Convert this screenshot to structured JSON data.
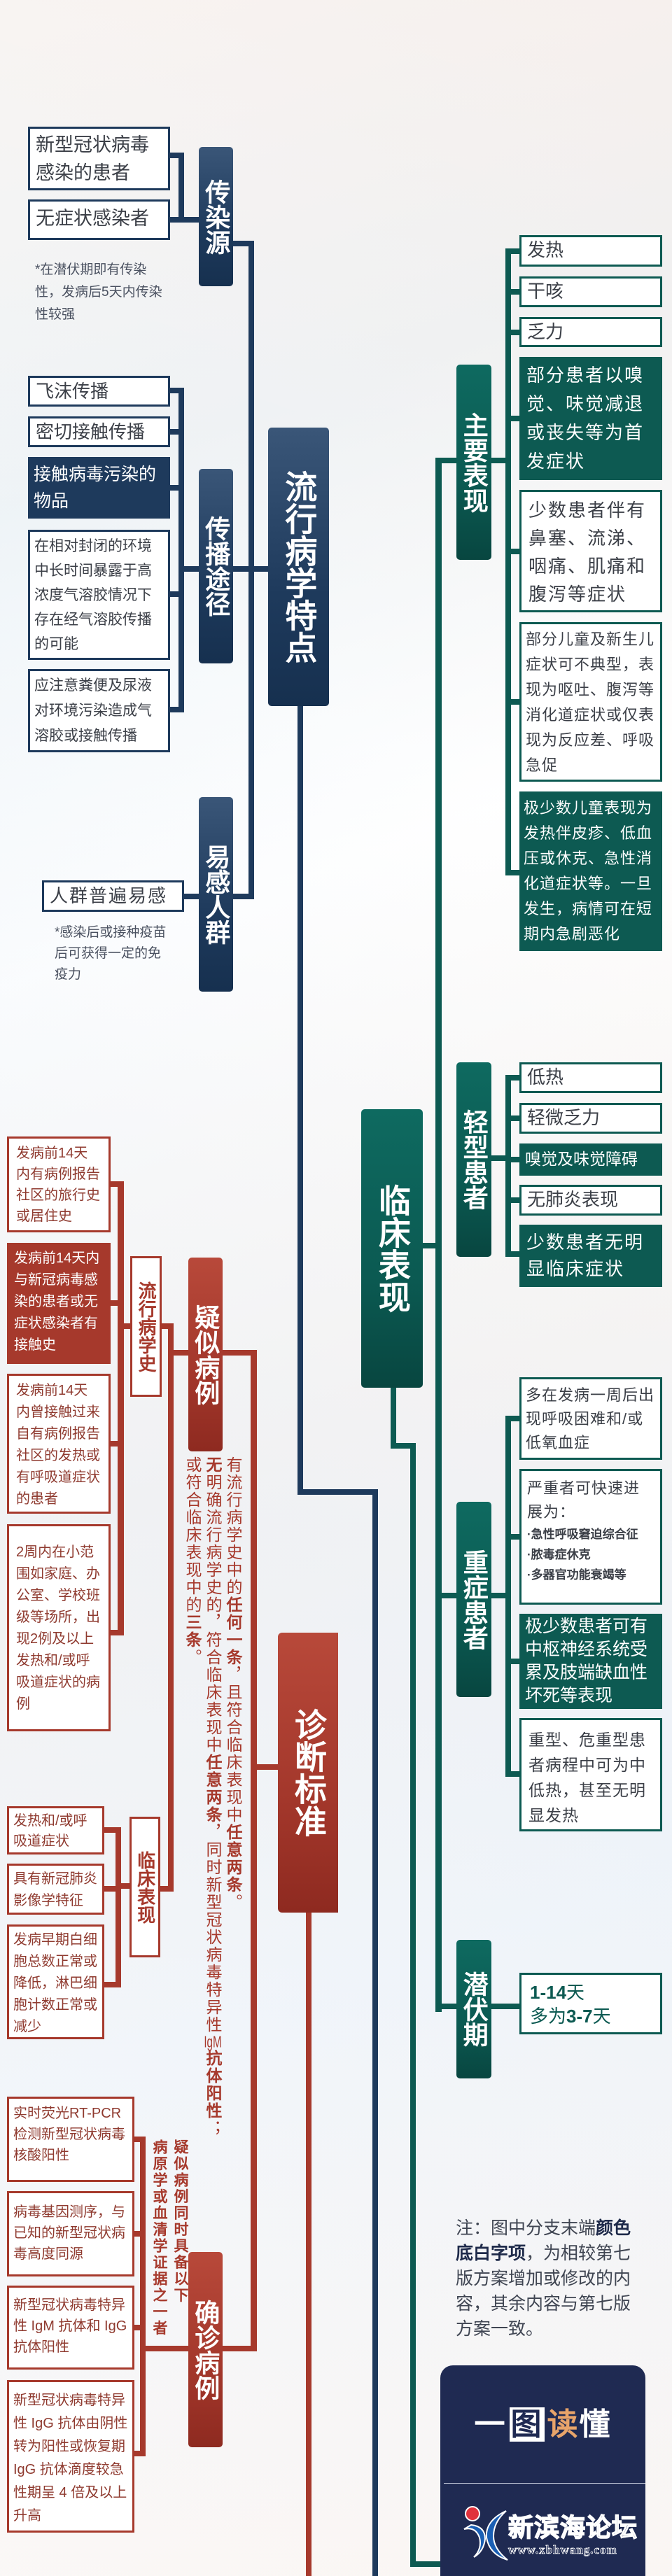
{
  "colors": {
    "navy": "#1e3a5c",
    "green": "#0d5a52",
    "red": "#a6392c",
    "accent_orange": "#e8a46a"
  },
  "epidemiology": {
    "title": "流行病学特点",
    "source": {
      "label": "传染源",
      "items": [
        "新型冠状病毒感染的患者",
        "无症状感染者"
      ],
      "note": "*在潜伏期即有传染性，发病后5天内传染性较强"
    },
    "route": {
      "label": "传播途径",
      "items": [
        "飞沫传播",
        "密切接触传播",
        "接触病毒污染的物品",
        "在相对封闭的环境中长时间暴露于高浓度气溶胶情况下存在经气溶胶传播的可能",
        "应注意粪便及尿液对环境污染造成气溶胶或接触传播"
      ]
    },
    "susceptible": {
      "label": "易感人群",
      "item": "人群普遍易感",
      "note": "*感染后或接种疫苗后可获得一定的免疫力"
    }
  },
  "clinical": {
    "title": "临床表现",
    "main": {
      "label": "主要表现",
      "items": [
        "发热",
        "干咳",
        "乏力",
        "部分患者以嗅觉、味觉减退或丧失等为首发症状",
        "少数患者伴有鼻塞、流涕、咽痛、肌痛和腹泻等症状",
        "部分儿童及新生儿症状可不典型，表现为呕吐、腹泻等消化道症状或仅表现为反应差、呼吸急促",
        "极少数儿童表现为发热伴皮疹、低血压或休克、急性消化道症状等。一旦发生，病情可在短期内急剧恶化"
      ]
    },
    "mild": {
      "label": "轻型患者",
      "items": [
        "低热",
        "轻微乏力",
        "嗅觉及味觉障碍",
        "无肺炎表现",
        "少数患者无明显临床症状"
      ]
    },
    "severe": {
      "label": "重症患者",
      "item1": "多在发病一周后出现呼吸困难和/或低氧血症",
      "item2_intro": "严重者可快速进展为：",
      "item2_bullets": [
        "·急性呼吸窘迫综合征",
        "·脓毒症休克",
        "·多器官功能衰竭等"
      ],
      "item3": "极少数患者可有中枢神经系统受累及肢端缺血性坏死等表现",
      "item4": "重型、危重型患者病程中可为中低热，甚至无明显发热"
    },
    "incubation": {
      "label": "潜伏期",
      "range": "1-14",
      "unit": "天",
      "typical_prefix": "多为",
      "typical_range": "3-7",
      "typical_unit": "天"
    }
  },
  "diagnosis": {
    "title": "诊断标准",
    "suspected": {
      "label": "疑似病例",
      "epi_label": "流行病学史",
      "epi_items": [
        "发病前14天内有病例报告社区的旅行史或居住史",
        "发病前14天内与新冠病毒感染的患者或无症状感染者有接触史",
        "发病前14天内曾接触过来自有病例报告社区的发热或有呼吸道症状的患者",
        "2周内在小范围如家庭、办公室、学校班级等场所，出现2例及以上发热和/或呼吸道症状的病例"
      ],
      "clin_label": "临床表现",
      "clin_items": [
        "发热和/或呼吸道症状",
        "具有新冠肺炎影像学特征",
        "发病早期白细胞总数正常或降低，淋巴细胞计数正常或减少"
      ],
      "criteria": [
        [
          {
            "text": "有流行病学史中的",
            "bold": false
          },
          {
            "text": "任何一条",
            "bold": true
          },
          {
            "text": "，且符合临床表现中",
            "bold": false
          },
          {
            "text": "任意两条",
            "bold": true
          },
          {
            "text": "。",
            "bold": false
          }
        ],
        [
          {
            "text": "无",
            "bold": true
          },
          {
            "text": "明确流行病学史的，符合临床表现中",
            "bold": false
          },
          {
            "text": "任意两条",
            "bold": true
          },
          {
            "text": "，同时新型冠状病毒特异性",
            "bold": false
          },
          {
            "text": "IgM",
            "bold": false
          },
          {
            "text": "抗体阳性",
            "bold": true
          },
          {
            "text": "；",
            "bold": false
          }
        ],
        [
          {
            "text": "或符合临床表现中的",
            "bold": false
          },
          {
            "text": "三条",
            "bold": true
          },
          {
            "text": "。",
            "bold": false
          }
        ]
      ]
    },
    "confirmed": {
      "label": "确诊病例",
      "criteria": [
        "疑似病例同时具备以下",
        "病原学或血清学证据之一者"
      ],
      "items": [
        "实时荧光RT-PCR检测新型冠状病毒核酸阳性",
        "病毒基因测序，与已知的新型冠状病毒高度同源",
        "新型冠状病毒特异性 IgM 抗体和 IgG 抗体阳性",
        "新型冠状病毒特异性 IgG 抗体由阴性转为阳性或恢复期IgG 抗体滴度较急性期呈 4 倍及以上升高"
      ]
    }
  },
  "note": {
    "prefix": "注：图中分支末端",
    "highlight": "颜色底白字项",
    "suffix": "，为相较第七版方案增加或修改的内容，其余内容与第七版方案一致。"
  },
  "banner": {
    "title_1": "一",
    "title_2": "图",
    "title_3": "读",
    "title_4": "懂",
    "logo_name": "新滨海论坛",
    "logo_url": "www.xbhwang.com"
  }
}
